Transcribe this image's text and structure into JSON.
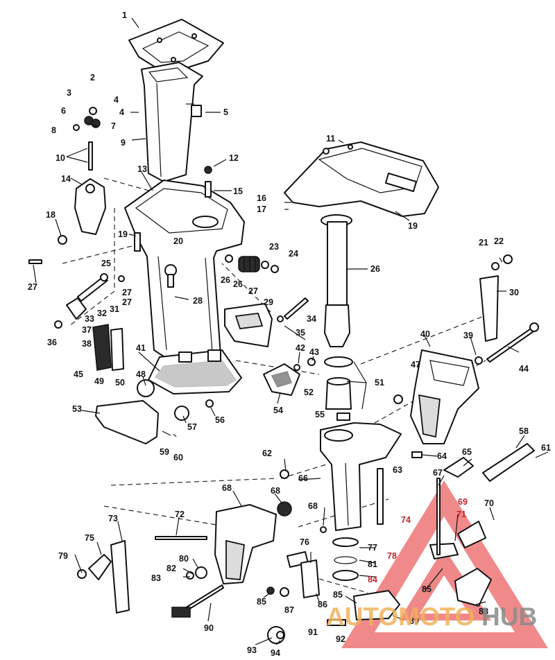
{
  "diagram": {
    "callouts": [
      "1",
      "2",
      "3",
      "4",
      "4",
      "5",
      "6",
      "7",
      "8",
      "9",
      "10",
      "11",
      "12",
      "13",
      "14",
      "15",
      "16",
      "17",
      "18",
      "19",
      "19",
      "20",
      "21",
      "22",
      "23",
      "24",
      "25",
      "26",
      "26",
      "26",
      "27",
      "27",
      "27",
      "27",
      "28",
      "29",
      "30",
      "31",
      "32",
      "33",
      "34",
      "35",
      "36",
      "37",
      "38",
      "39",
      "40",
      "41",
      "42",
      "43",
      "44",
      "45",
      "47",
      "48",
      "49",
      "50",
      "51",
      "52",
      "53",
      "54",
      "55",
      "56",
      "57",
      "58",
      "59",
      "60",
      "61",
      "62",
      "63",
      "64",
      "65",
      "66",
      "67",
      "68",
      "68",
      "68",
      "69",
      "70",
      "71",
      "72",
      "73",
      "74",
      "75",
      "76",
      "77",
      "78",
      "79",
      "80",
      "81",
      "82",
      "83",
      "84",
      "85",
      "85",
      "85",
      "86",
      "87",
      "88",
      "89",
      "90",
      "91",
      "92",
      "93",
      "94"
    ]
  },
  "watermark": {
    "text_accent": "AUTOMOTO",
    "text_main": "HUB",
    "accent_color": "#f2b25c",
    "main_color": "#8a8a8a",
    "triangle_color": "#e84a4a"
  }
}
